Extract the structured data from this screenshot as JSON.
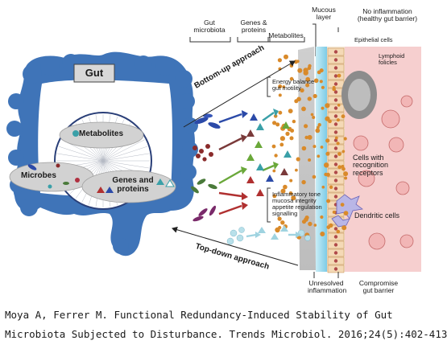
{
  "diagram": {
    "gut_title": "Gut",
    "center_labels": {
      "metabolites": "Metabolites",
      "microbes": "Microbes",
      "genes_and_proteins": "Genes and proteins"
    },
    "column_headers": {
      "gut_microbiota": "Gut microbiota",
      "genes_proteins": "Genes & proteins",
      "metabolites": "Metabolites",
      "mucous_layer": "Mucous layer",
      "no_inflammation": "No inflammation (healthy gut barrier)"
    },
    "approaches": {
      "bottom_up": "Bottom-up approach",
      "top_down": "Top-down approach"
    },
    "effects": {
      "energy": "Energy balance gut motility",
      "inflammatory": "Inflammatory tone mucosa integrity appetite regulation signalling"
    },
    "tissue_labels": {
      "epithelial": "Epithelial cells",
      "lymphoid": "Lymphoid folicles",
      "recognition": "Cells with recognition receptors",
      "dendritic": "Dendritic cells"
    },
    "bottom_labels": {
      "unresolved": "Unresolved inflammation",
      "compromise": "Compromise gut barrier"
    },
    "colors": {
      "gut_blue": "#3f74b8",
      "ellipse_grey": "#d2d2d2",
      "mucous_blue": "#8fd3ea",
      "tissue_pink": "#f6cfcf",
      "metabolite_orange": "#d98a2a"
    }
  },
  "citation": {
    "line1": "Moya A, Ferrer M. Functional Redundancy-Induced Stability of Gut",
    "line2": "Microbiota Subjected to Disturbance. Trends Microbiol. 2016;24(5):402-413"
  }
}
